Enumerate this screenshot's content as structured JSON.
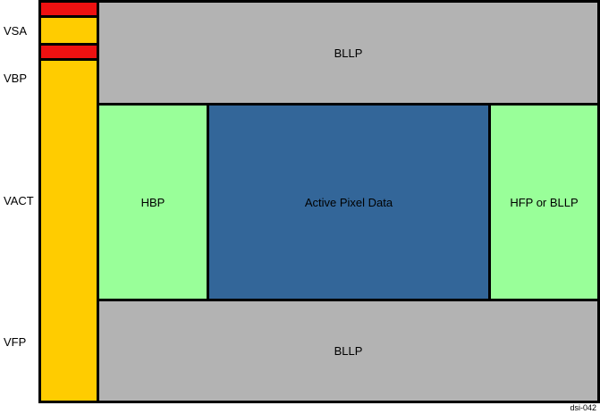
{
  "labels": {
    "vsa": "VSA",
    "vbp": "VBP",
    "vact": "VACT",
    "vfp": "VFP",
    "bllp_top": "BLLP",
    "hbp": "HBP",
    "active": "Active Pixel Data",
    "hfp": "HFP or BLLP",
    "bllp_bottom": "BLLP",
    "figure_id": "dsi-042"
  },
  "colors": {
    "sync_red": "#ee1111",
    "yellow": "#ffcc00",
    "gray": "#b3b3b3",
    "green": "#99ff99",
    "blue": "#336699",
    "border": "#000000"
  }
}
